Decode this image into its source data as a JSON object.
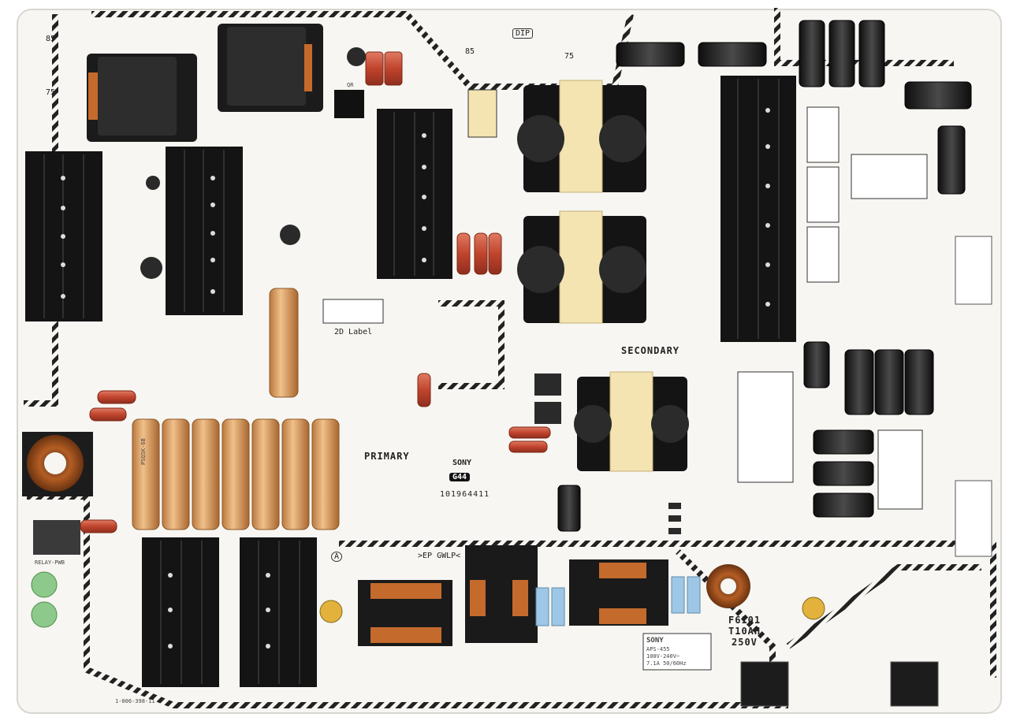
{
  "board": {
    "section_primary": "PRIMARY",
    "section_secondary": "SECONDARY",
    "brand": "SONY",
    "grade_mark": "G44",
    "part_number": "101964411",
    "label_2d": "2D Label",
    "label_qr": "QR",
    "label_dip": "DIP",
    "marker_85_left": "85",
    "marker_75_left": "75",
    "marker_85_top": "85",
    "marker_75_top": "75",
    "relay_label": "RELAY-PWB",
    "mark_ep_gwlp": ">EP GWLP<",
    "mark_a": "A",
    "fuse_ref": "F6101",
    "fuse_rating": "T10AH",
    "fuse_voltage": "250V",
    "board_code": "1-006-398-11",
    "cap_marking": "PSQSK-6B"
  },
  "ratings_label": {
    "brand": "SONY",
    "model": "APS-455",
    "input": "100V-240V~",
    "current": "7.1A 50/60Hz"
  },
  "colors": {
    "board": "#f7f6f2",
    "heatsink": "#141414",
    "gold_cap": "#d9a064",
    "red_cap": "#c9523b",
    "copper": "#c46a2c",
    "silk": "#2a2a2a",
    "blue_cap": "#9ec6e6",
    "green_varistor": "#8cc98a"
  },
  "icons": {
    "arrow": "arrow-icon",
    "sony_logo": "sony-logo-icon",
    "grade": "grade-mark-icon"
  }
}
